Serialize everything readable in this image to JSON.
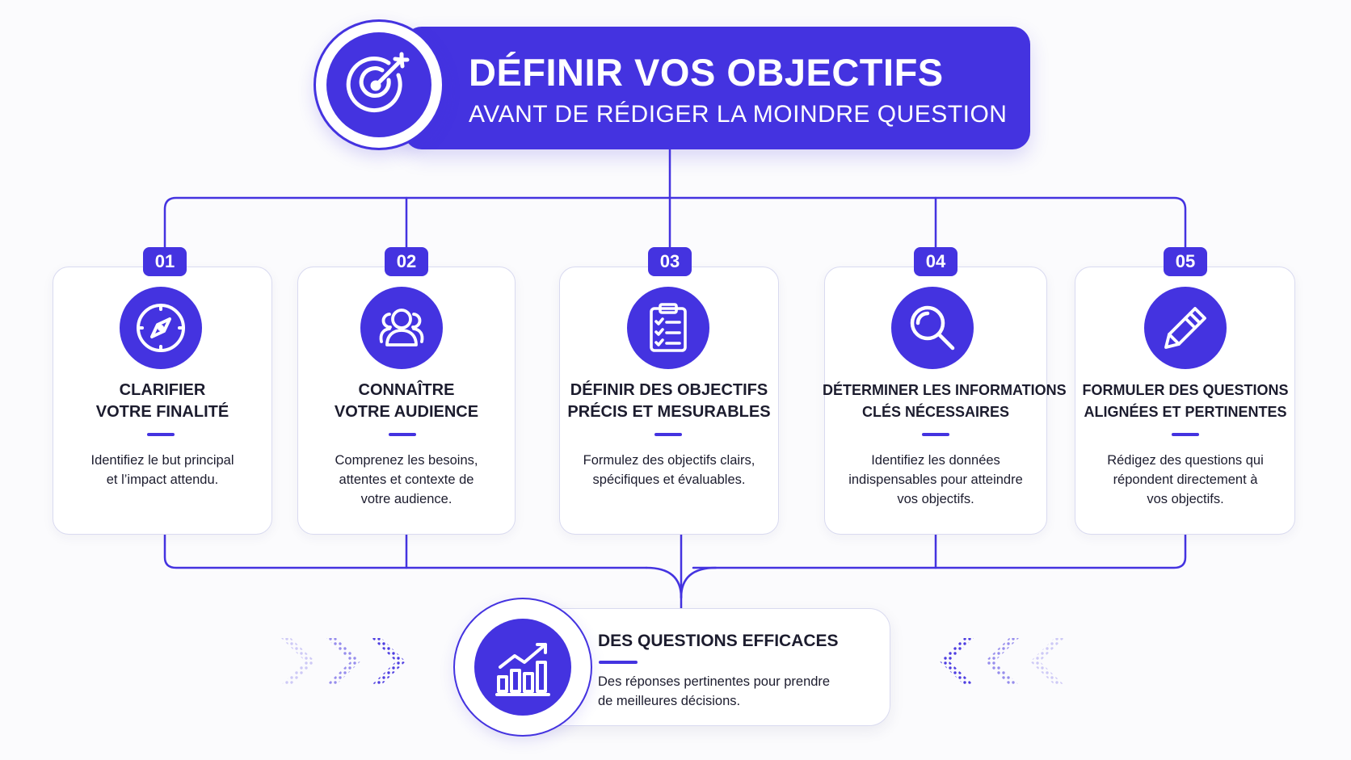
{
  "header": {
    "title": "DÉFINIR VOS OBJECTIFS",
    "subtitle": "AVANT DE RÉDIGER LA MOINDRE QUESTION",
    "icon": "target-icon"
  },
  "steps": [
    {
      "number": "01",
      "icon": "compass-icon",
      "title_line1": "CLARIFIER",
      "title_line2": "VOTRE FINALITÉ",
      "desc_line1": "Identifiez le but principal",
      "desc_line2": "et l’impact attendu.",
      "desc_line3": ""
    },
    {
      "number": "02",
      "icon": "audience-icon",
      "title_line1": "CONNAÎTRE",
      "title_line2": "VOTRE AUDIENCE",
      "desc_line1": "Comprenez les besoins,",
      "desc_line2": "attentes et contexte de",
      "desc_line3": "votre audience."
    },
    {
      "number": "03",
      "icon": "clipboard-checklist-icon",
      "title_line1": "DÉFINIR DES OBJECTIFS",
      "title_line2": "PRÉCIS ET MESURABLES",
      "desc_line1": "Formulez des objectifs clairs,",
      "desc_line2": "spécifiques et évaluables.",
      "desc_line3": ""
    },
    {
      "number": "04",
      "icon": "magnifier-icon",
      "title_line1": "DÉTERMINER LES INFORMATIONS",
      "title_line2": "CLÉS NÉCESSAIRES",
      "desc_line1": "Identifiez les données",
      "desc_line2": "indispensables pour atteindre",
      "desc_line3": "vos objectifs."
    },
    {
      "number": "05",
      "icon": "pencil-icon",
      "title_line1": "FORMULER DES QUESTIONS",
      "title_line2": "ALIGNÉES ET PERTINENTES",
      "desc_line1": "Rédigez des questions qui",
      "desc_line2": "répondent directement à",
      "desc_line3": "vos objectifs."
    }
  ],
  "result": {
    "icon": "growth-chart-icon",
    "title": "DES QUESTIONS EFFICACES",
    "desc_line1": "Des réponses pertinentes pour prendre",
    "desc_line2": "de meilleures décisions."
  },
  "colors": {
    "accent": "#4433e0",
    "text": "#1c1c2e",
    "card_border": "#d9daf0",
    "background": "#fbfbfd"
  }
}
